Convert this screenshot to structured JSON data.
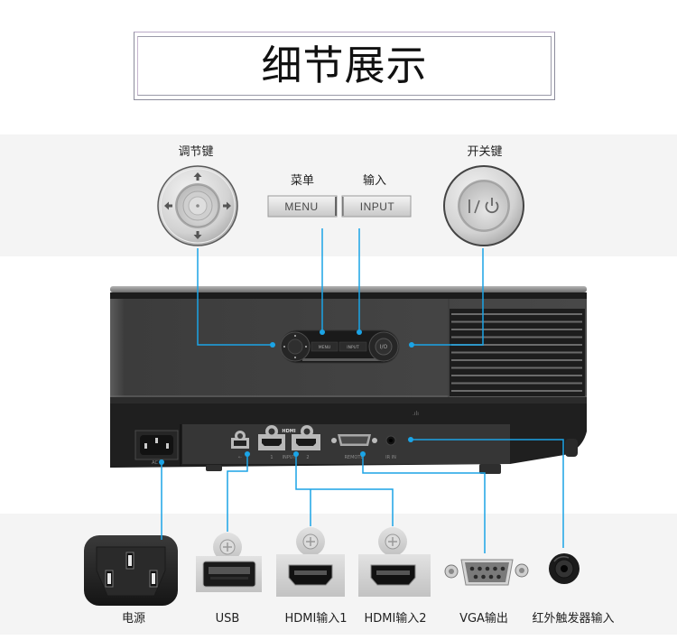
{
  "title": "细节展示",
  "controls": {
    "adjust_key": {
      "label": "调节键"
    },
    "menu": {
      "label": "菜单",
      "button_text": "MENU"
    },
    "input": {
      "label": "输入",
      "button_text": "INPUT"
    },
    "power_key": {
      "label": "开关键"
    }
  },
  "projector": {
    "panel": {
      "menu": "MENU",
      "input": "INPUT"
    },
    "port_labels": {
      "ac": "AC IN",
      "hdmi_logo": "HDMI",
      "hdmi1": "1",
      "hdmi_input": "INPUT",
      "hdmi2": "2",
      "remote": "REMOTE",
      "ir": "IR IN"
    }
  },
  "ports": [
    {
      "label": "电源",
      "icon": "power-socket-icon"
    },
    {
      "label": "USB",
      "icon": "usb-port-icon"
    },
    {
      "label": "HDMI输入1",
      "icon": "hdmi-port-icon"
    },
    {
      "label": "HDMI输入2",
      "icon": "hdmi-port-icon"
    },
    {
      "label": "VGA输出",
      "icon": "vga-port-icon"
    },
    {
      "label": "红外触发器输入",
      "icon": "ir-jack-icon"
    }
  ],
  "colors": {
    "accent": "#1ba4e6",
    "band": "#f4f4f4",
    "projector_body": "#474747"
  }
}
